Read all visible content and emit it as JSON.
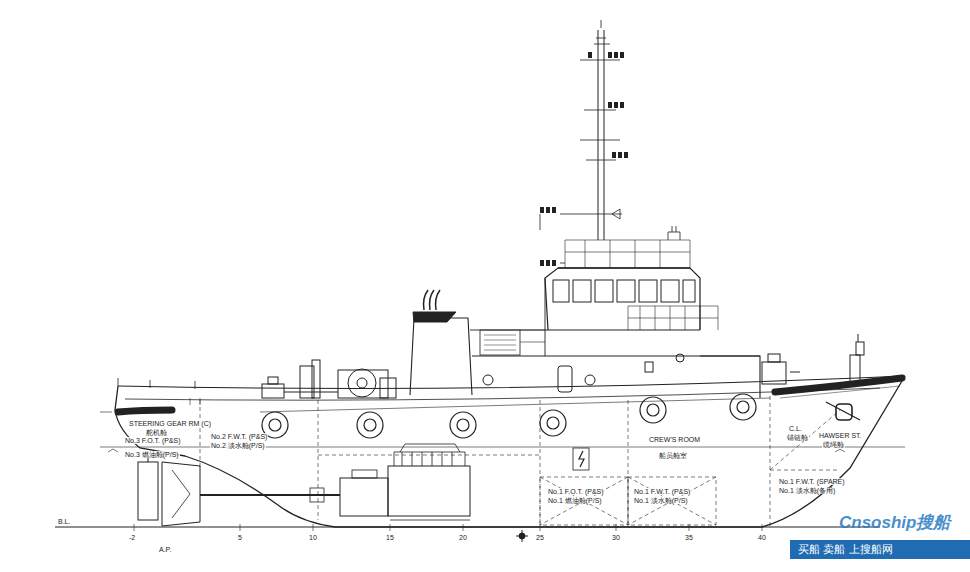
{
  "diagram": {
    "nodes": [
      {
        "text": [
          "买船 卖船 上搜船网"
        ]
      }
    ],
    "labels": [
      "STEERING GEAR RM (C)",
      "舵机舱",
      "No.3 F.O.T. (P&S)",
      "No.3 燃油舱(P/S)",
      "No.2 F.W.T. (P&S)",
      "No.2 淡水舱(P/S)",
      "CREW'S ROOM",
      "船员舱室",
      "C.L.",
      "锚链舱",
      "HAWSER ST.",
      "缆绳舱",
      "No.1 F.O.T. (P&S)",
      "No.1 燃油舱(P/S)",
      "No.1 F.W.T. (P&S)",
      "No.1 淡水舱(P/S)",
      "No.1 F.W.T. (SPARE)",
      "No.1 淡水舱(备用)",
      "B.L.",
      "A.P.",
      "-2",
      "5",
      "10",
      "15",
      "20",
      "25",
      "30",
      "35",
      "40",
      "Cnsoship搜船"
    ]
  }
}
